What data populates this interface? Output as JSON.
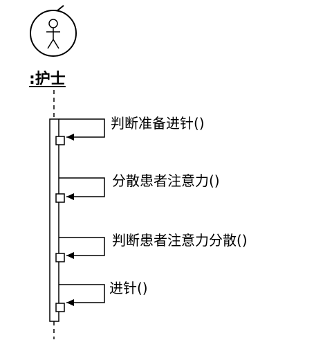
{
  "actor": {
    "label": ":护士"
  },
  "messages": [
    {
      "label": "判断准备进针()"
    },
    {
      "label": "分散患者注意力()"
    },
    {
      "label": "判断患者注意力分散()"
    },
    {
      "label": "进针()"
    }
  ],
  "colors": {
    "line": "#000000",
    "background": "#ffffff"
  }
}
